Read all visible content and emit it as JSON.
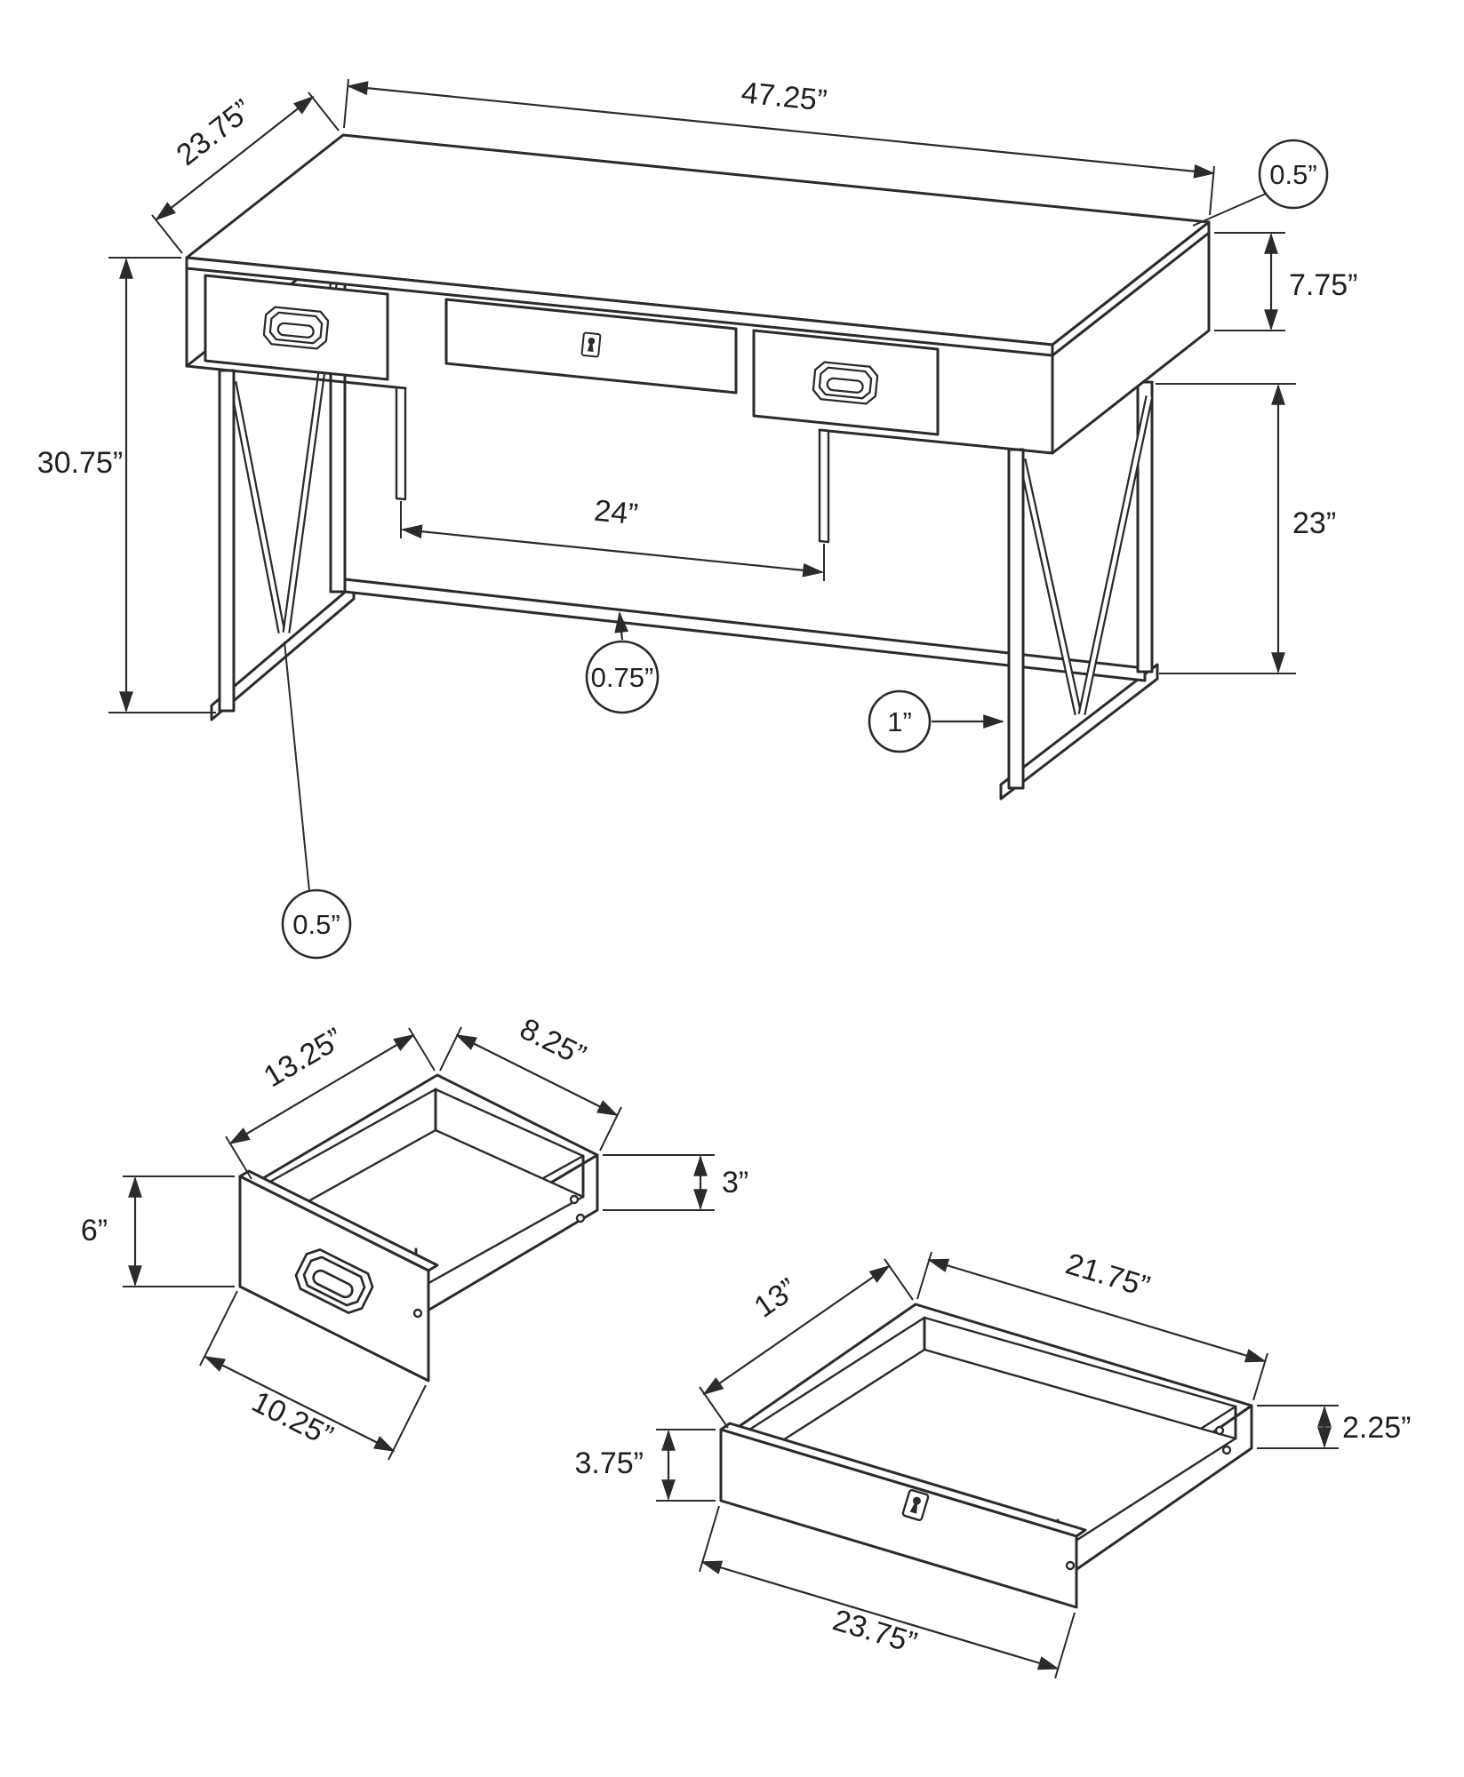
{
  "diagram": {
    "desk": {
      "labels": {
        "width": "47.25”",
        "depth": "23.75”",
        "top_thickness": "0.5”",
        "apron_height": "7.75”",
        "overall_height": "30.75”",
        "knee_width": "24”",
        "leg_height": "23”",
        "stretcher_thickness": "0.75”",
        "leg_thickness": "1”",
        "rod_thickness": "0.5”"
      }
    },
    "small_drawer": {
      "labels": {
        "top_left_edge": "13.25”",
        "top_right_edge": "8.25”",
        "front_height": "6”",
        "box_height": "3”",
        "front_width": "10.25”"
      }
    },
    "large_drawer": {
      "labels": {
        "top_left_edge": "13”",
        "top_right_edge": "21.75”",
        "front_height": "3.75”",
        "box_height": "2.25”",
        "front_width": "23.75”"
      }
    }
  },
  "colors": {
    "line": "#2b2b2b",
    "background": "#ffffff"
  }
}
